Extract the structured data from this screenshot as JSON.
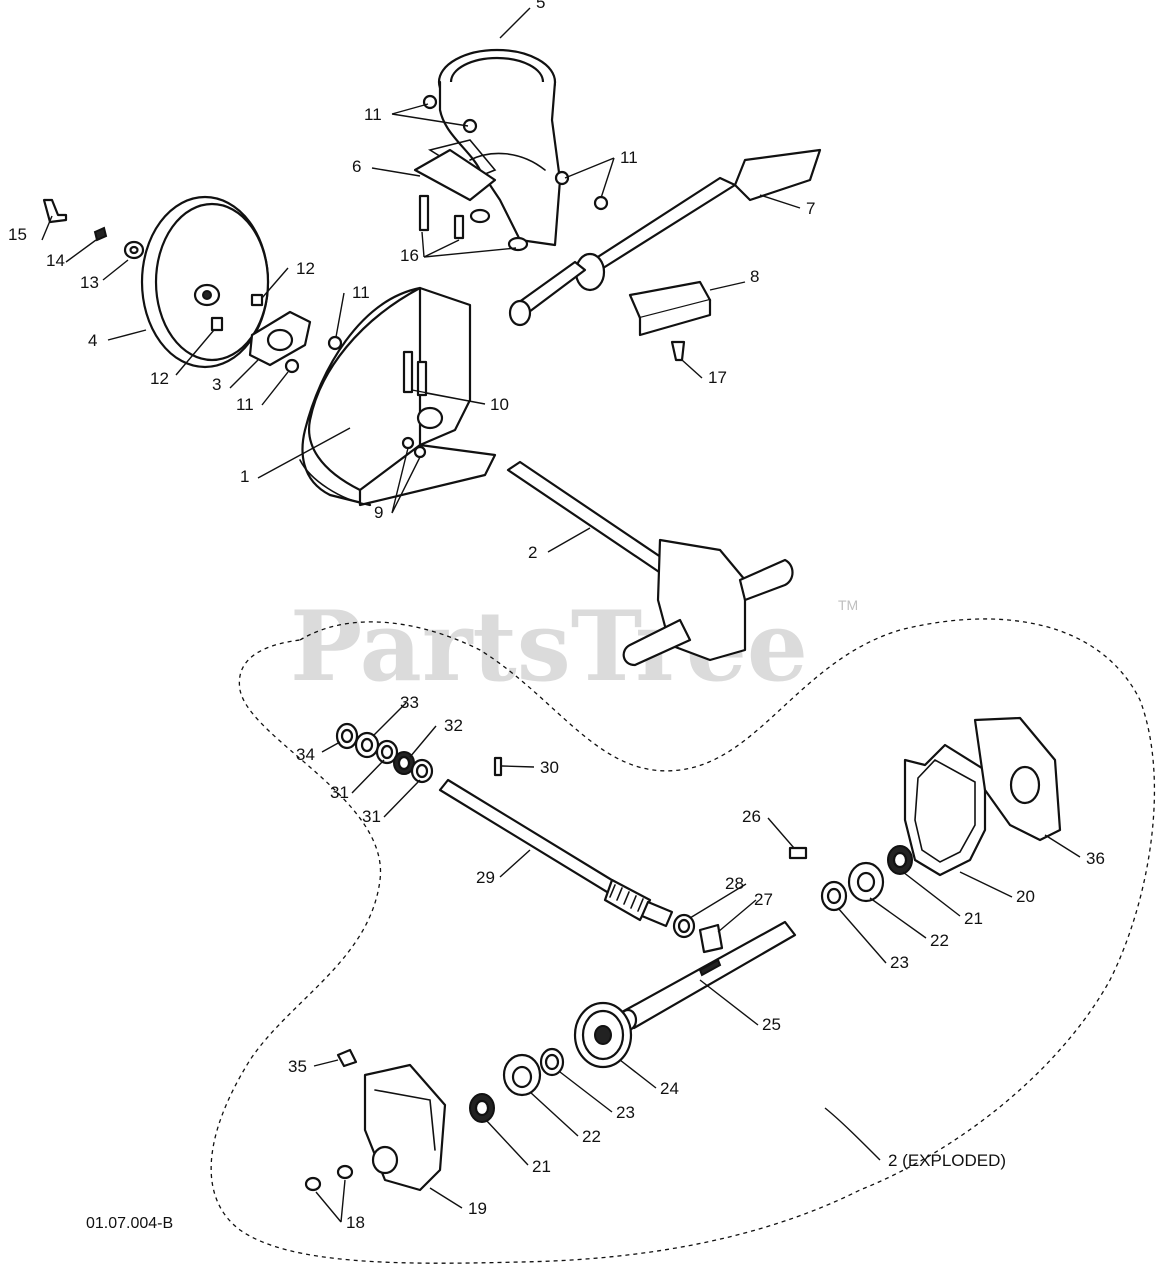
{
  "watermark": {
    "text": "PartsTree",
    "tm": "TM"
  },
  "figure_id": "01.07.004-B",
  "exploded_label": "2 (EXPLODED)",
  "callouts": {
    "c1": "1",
    "c2": "2",
    "c3": "3",
    "c4": "4",
    "c5": "5",
    "c6": "6",
    "c7": "7",
    "c8": "8",
    "c9": "9",
    "c10": "10",
    "c11a": "11",
    "c11b": "11",
    "c11c": "11",
    "c11d": "11",
    "c12a": "12",
    "c12b": "12",
    "c13": "13",
    "c14": "14",
    "c15": "15",
    "c16": "16",
    "c17": "17",
    "c18": "18",
    "c19": "19",
    "c20": "20",
    "c21a": "21",
    "c21b": "21",
    "c22a": "22",
    "c22b": "22",
    "c23a": "23",
    "c23b": "23",
    "c24": "24",
    "c25": "25",
    "c26": "26",
    "c27": "27",
    "c28": "28",
    "c29": "29",
    "c30": "30",
    "c31a": "31",
    "c31b": "31",
    "c32": "32",
    "c33": "33",
    "c34": "34",
    "c35": "35",
    "c36": "36"
  }
}
